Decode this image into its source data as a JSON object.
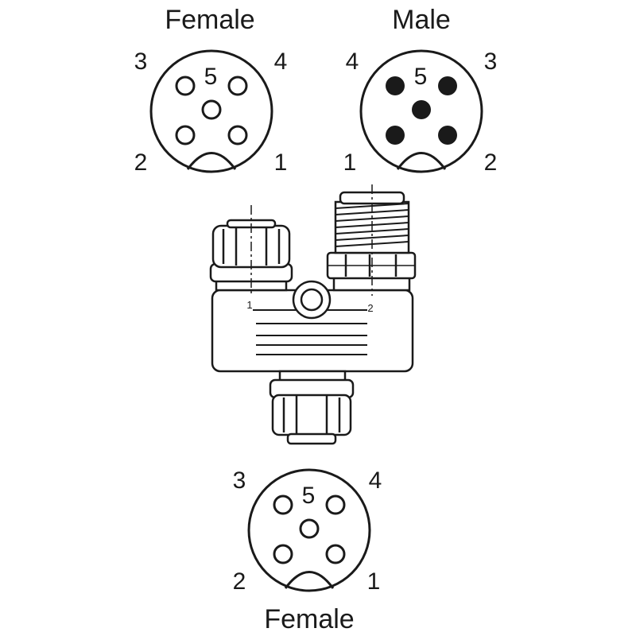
{
  "connectors": {
    "top_left": {
      "title": "Female",
      "gender": "female",
      "pin_labels": {
        "p1": "1",
        "p2": "2",
        "p3": "3",
        "p4": "4",
        "p5": "5"
      }
    },
    "top_right": {
      "title": "Male",
      "gender": "male",
      "pin_labels": {
        "p1": "1",
        "p2": "2",
        "p3": "3",
        "p4": "4",
        "p5": "5"
      }
    },
    "bottom": {
      "title": "Female",
      "gender": "female",
      "pin_labels": {
        "p1": "1",
        "p2": "2",
        "p3": "3",
        "p4": "4",
        "p5": "5"
      }
    }
  },
  "splitter": {
    "port_left_label": "1",
    "port_right_label": "2"
  },
  "colors": {
    "stroke": "#1a1a1a",
    "male_pin_fill": "#1a1a1a",
    "background": "#ffffff"
  }
}
